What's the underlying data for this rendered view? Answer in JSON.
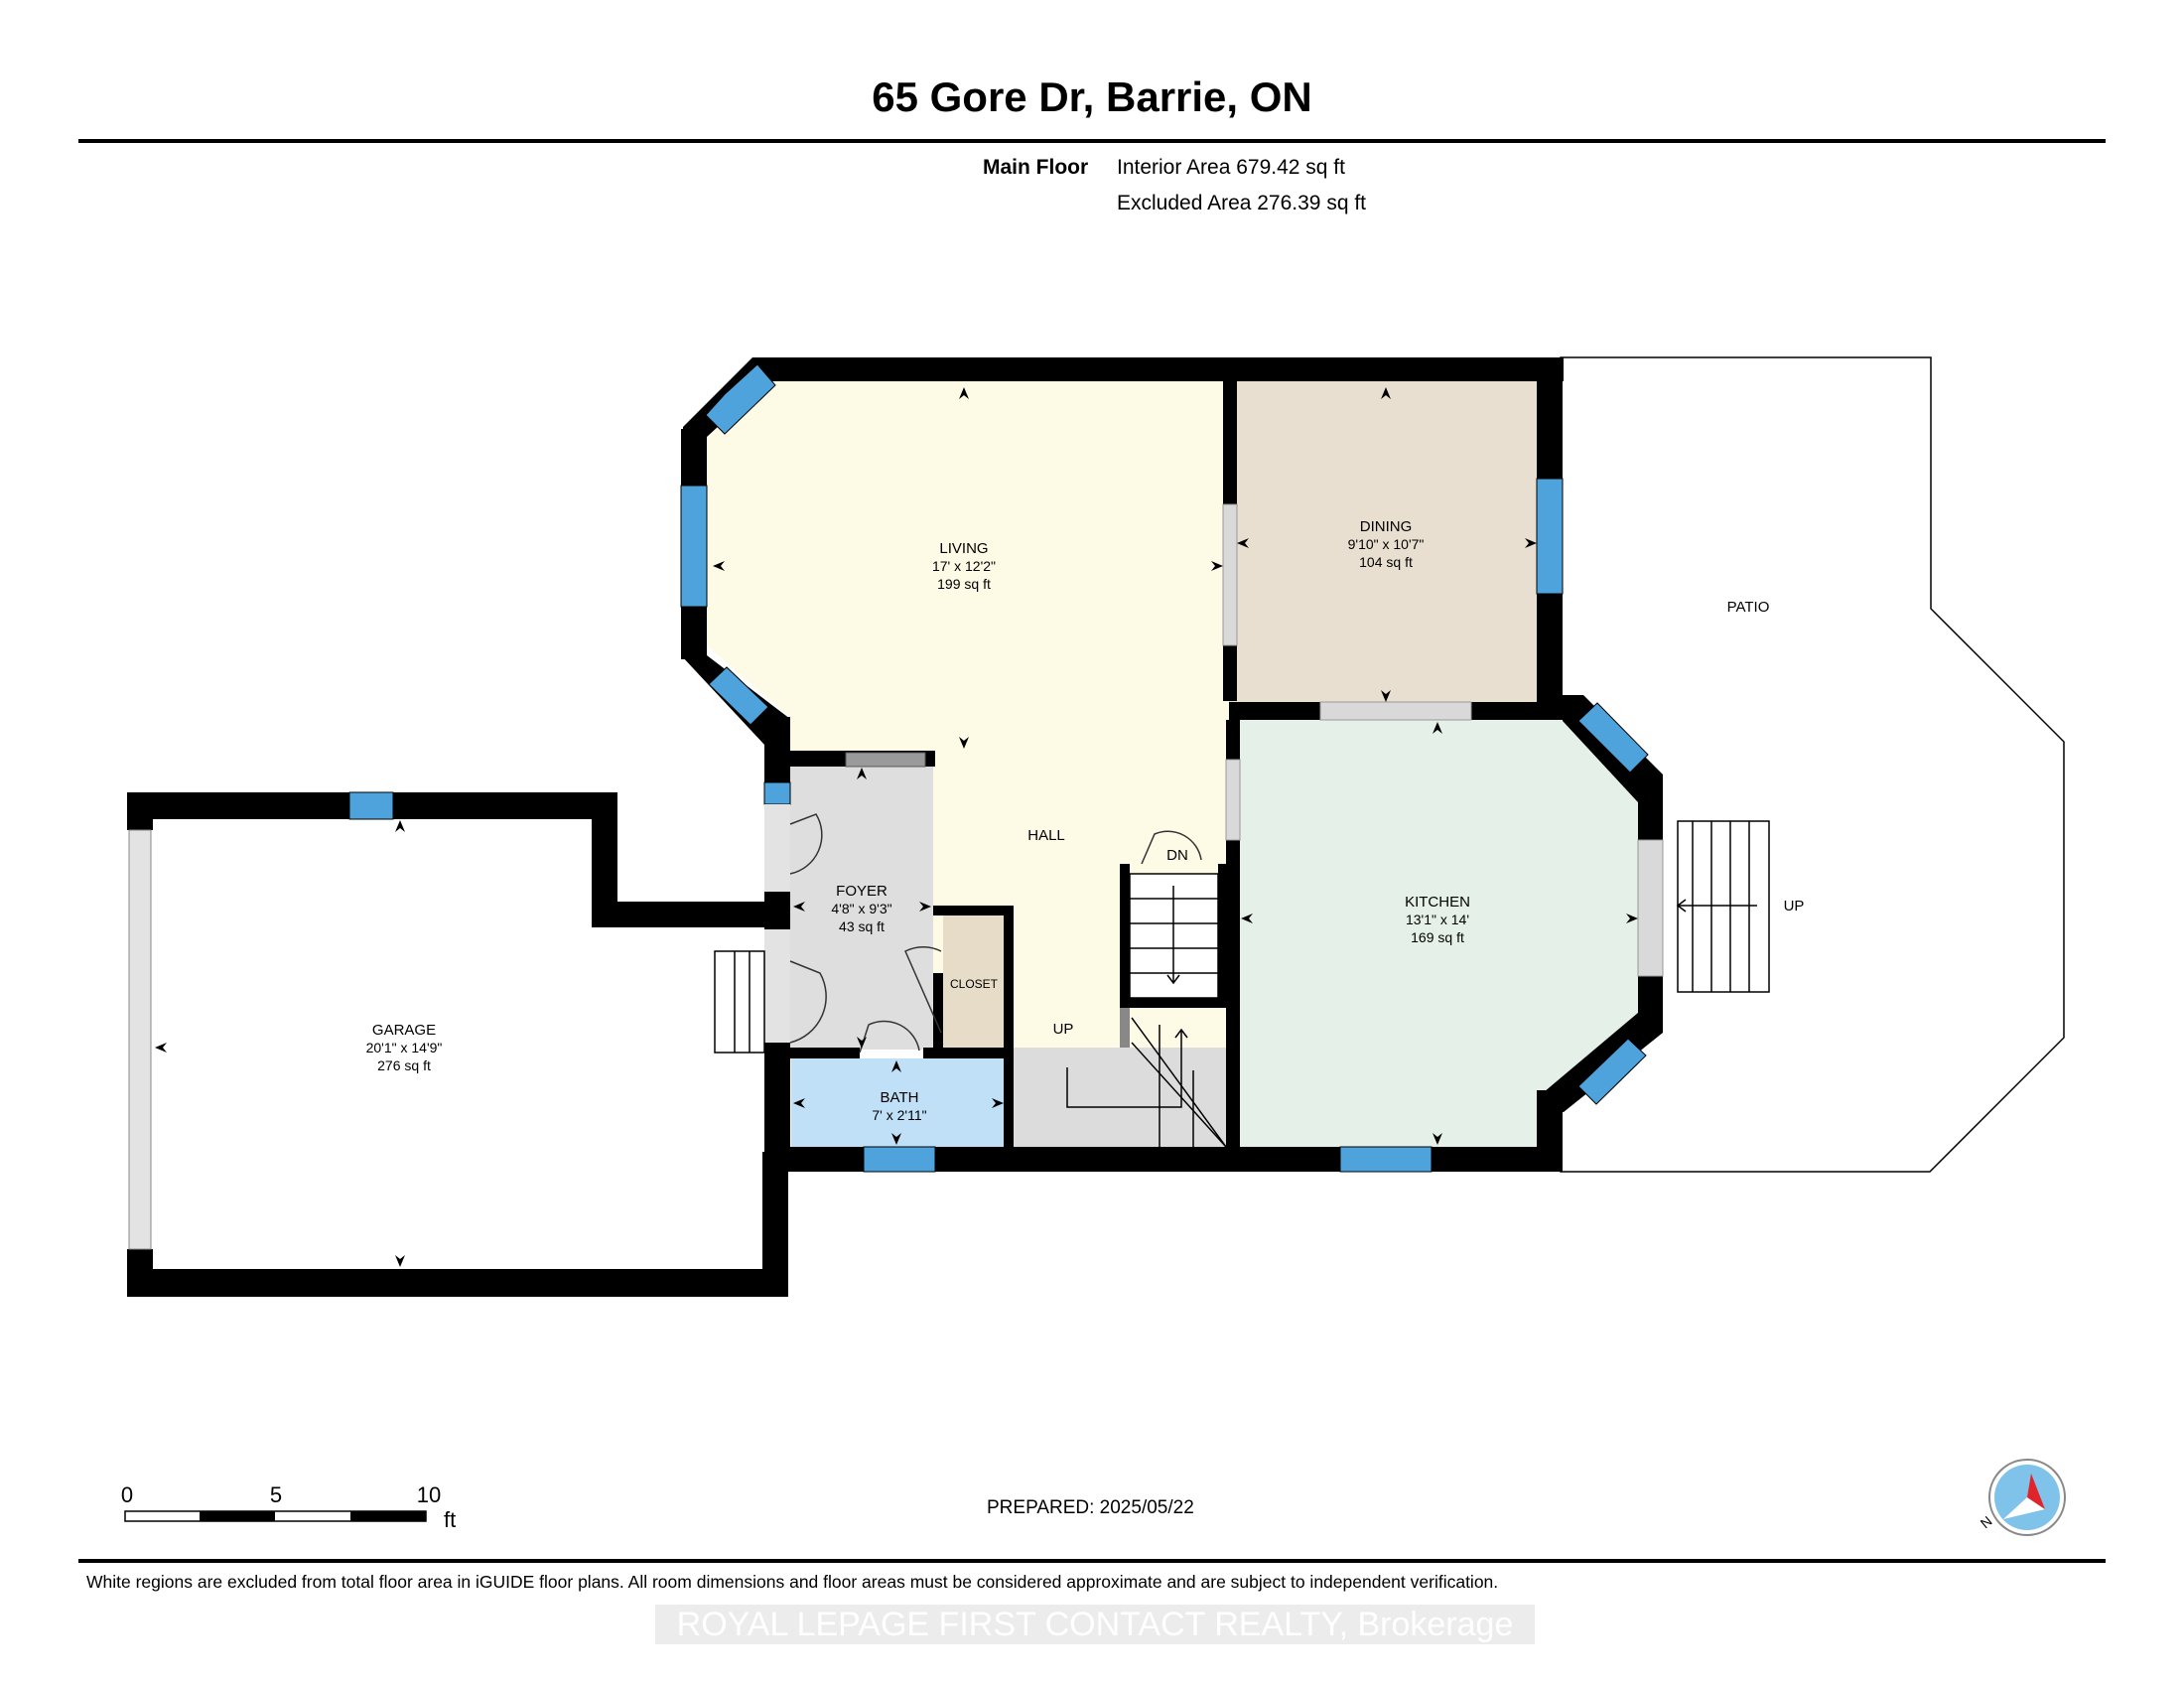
{
  "header": {
    "title": "65 Gore Dr, Barrie, ON",
    "floor_label": "Main Floor",
    "interior_area": "Interior Area 679.42 sq ft",
    "excluded_area": "Excluded Area 276.39 sq ft"
  },
  "rooms": {
    "living": {
      "name": "LIVING",
      "dims": "17' x 12'2\"",
      "area": "199 sq ft"
    },
    "dining": {
      "name": "DINING",
      "dims": "9'10\" x 10'7\"",
      "area": "104 sq ft"
    },
    "kitchen": {
      "name": "KITCHEN",
      "dims": "13'1\" x 14'",
      "area": "169 sq ft"
    },
    "foyer": {
      "name": "FOYER",
      "dims": "4'8\" x 9'3\"",
      "area": "43 sq ft"
    },
    "garage": {
      "name": "GARAGE",
      "dims": "20'1\" x 14'9\"",
      "area": "276 sq ft"
    },
    "bath": {
      "name": "BATH",
      "dims": "7' x 2'11\""
    }
  },
  "labels": {
    "hall": "HALL",
    "closet": "CLOSET",
    "patio": "PATIO",
    "stairs_down": "DN",
    "stairs_up_inside": "UP",
    "stairs_up_patio": "UP"
  },
  "scale_bar": {
    "ticks": [
      "0",
      "5",
      "10"
    ],
    "unit": "ft"
  },
  "compass": {
    "north_letter": "N",
    "icon": "compass-icon"
  },
  "footer": {
    "prepared": "PREPARED: 2025/05/22",
    "disclaimer": "White regions are excluded from total floor area in iGUIDE floor plans. All room dimensions and floor areas must be considered approximate and are subject to independent verification.",
    "watermark": "ROYAL LEPAGE FIRST CONTACT REALTY, Brokerage"
  },
  "colors": {
    "wall": "#000000",
    "window": "#4ea3dc",
    "door_gap": "#d9d9d9",
    "living": "#fdfae6",
    "dining": "#e8dfd0",
    "kitchen": "#e4f0e8",
    "foyer": "#dedede",
    "bath": "#bfe0f7",
    "closet": "#e6dcc8",
    "stair": "#dcdcdc",
    "compass_red": "#e0242a",
    "compass_blue": "#7fc2ea"
  }
}
